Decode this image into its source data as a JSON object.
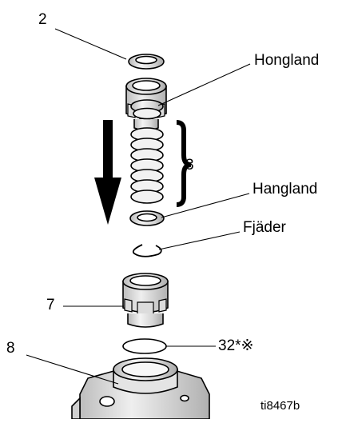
{
  "callouts": {
    "part_2": "2",
    "hongland": "Hongland",
    "part_3": "3",
    "hangland": "Hangland",
    "fjader": "Fjäder",
    "part_7": "7",
    "part_8": "8",
    "part_32": "32*※"
  },
  "figure_id": "ti8467b"
}
